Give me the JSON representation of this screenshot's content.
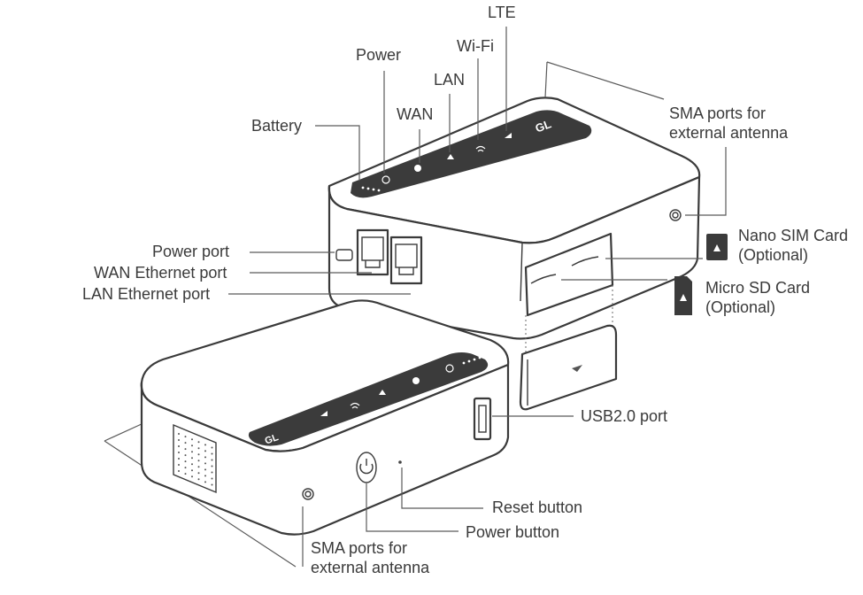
{
  "labels": {
    "lte": "LTE",
    "wifi": "Wi-Fi",
    "power": "Power",
    "lan": "LAN",
    "wan": "WAN",
    "battery": "Battery",
    "sma_top_line1": "SMA ports for",
    "sma_top_line2": "external antenna",
    "nano_sim_line1": "Nano SIM Card",
    "nano_sim_line2": "(Optional)",
    "micro_sd_line1": "Micro SD Card",
    "micro_sd_line2": "(Optional)",
    "power_port": "Power port",
    "wan_ethernet_port": "WAN Ethernet port",
    "lan_ethernet_port": "LAN Ethernet port",
    "usb_port": "USB2.0 port",
    "reset_button": "Reset button",
    "power_button": "Power button",
    "sma_bottom_line1": "SMA ports for",
    "sma_bottom_line2": "external antenna"
  },
  "logo": "GL",
  "colors": {
    "panel": "#3b3b3b",
    "outline": "#3a3a3a",
    "text": "#3a3a3a"
  }
}
